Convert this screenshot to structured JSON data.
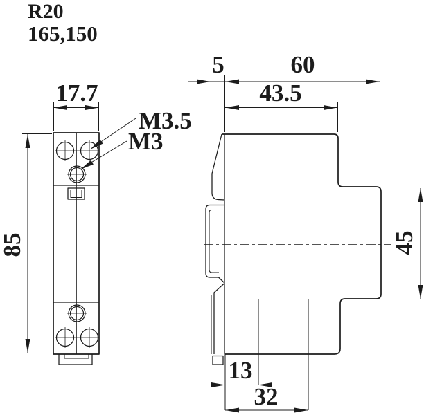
{
  "title": {
    "model": "R20",
    "code": "165,150"
  },
  "front_view": {
    "width_dim": "17.7",
    "height_dim": "85",
    "screw_label_large": "M3.5",
    "screw_label_small": "M3"
  },
  "side_view": {
    "rail_offset_dim": "5",
    "total_depth_dim": "60",
    "upper_depth_dim": "43.5",
    "front_face_height_dim": "45",
    "bottom_first_dim": "13",
    "bottom_second_dim": "32"
  },
  "colors": {
    "line": "#1c1c1c",
    "background": "#ffffff"
  }
}
